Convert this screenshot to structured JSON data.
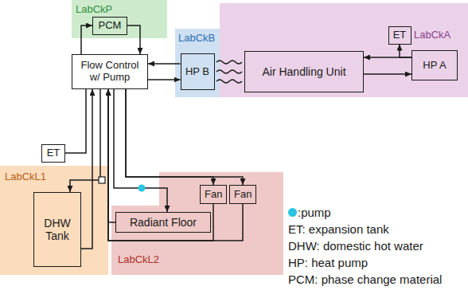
{
  "diagram": {
    "nodes": [
      {
        "text": [
          "LabCkP"
        ]
      },
      {
        "text": [
          "PCM"
        ],
        "in": 0
      },
      {
        "text": [
          "LabCkB"
        ]
      },
      {
        "text": [
          "HP B"
        ],
        "in": 2
      },
      {
        "text": [
          "LabCkA"
        ]
      },
      {
        "text": [
          "Air Handling Unit"
        ],
        "in": 4
      },
      {
        "text": [
          "ET"
        ],
        "in": 4
      },
      {
        "text": [
          "HP A"
        ],
        "in": 4
      },
      {
        "text": [
          "Flow Control w/ Pump"
        ]
      },
      {
        "text": [
          "ET"
        ]
      },
      {
        "text": [
          "LabCkL1"
        ]
      },
      {
        "text": [
          "DHW Tank"
        ],
        "in": 10
      },
      {
        "text": [
          "LabCkL2"
        ]
      },
      {
        "text": [
          "Radiant Floor"
        ],
        "in": 12
      },
      {
        "text": [
          "Fan"
        ],
        "in": 12
      },
      {
        "text": [
          "Fan"
        ],
        "in": 12
      }
    ],
    "edges": [
      {
        "from": 8,
        "to": 1,
        "arrow": "to"
      },
      {
        "from": 1,
        "to": 8,
        "arrow": "to"
      },
      {
        "from": 3,
        "to": 8,
        "arrow": "to"
      },
      {
        "from": 8,
        "to": 3,
        "arrow": "to"
      },
      {
        "from": 7,
        "to": 5,
        "arrow": "to"
      },
      {
        "from": 5,
        "to": 7,
        "arrow": "to"
      },
      {
        "from": 7,
        "to": 6,
        "arrow": "to"
      },
      {
        "from": 9,
        "to": 8,
        "arrow": "none"
      },
      {
        "from": 8,
        "to": 11,
        "arrow": "to"
      },
      {
        "from": 11,
        "to": 8,
        "arrow": "to"
      },
      {
        "from": 8,
        "to": 13,
        "arrow": "to"
      },
      {
        "from": 13,
        "to": 8,
        "arrow": "to"
      },
      {
        "from": 8,
        "to": 14,
        "arrow": "to"
      },
      {
        "from": 8,
        "to": 15,
        "arrow": "to"
      },
      {
        "from": 14,
        "to": 8,
        "arrow": "to"
      },
      {
        "from": 15,
        "to": 8,
        "arrow": "to"
      }
    ],
    "legend": [
      {
        "text": ":pump",
        "color": "#2cc4e0"
      },
      {
        "text": "ET: expansion tank"
      },
      {
        "text": "DHW: domestic hot water"
      },
      {
        "text": "HP: heat pump"
      },
      {
        "text": "PCM: phase change material"
      }
    ]
  }
}
